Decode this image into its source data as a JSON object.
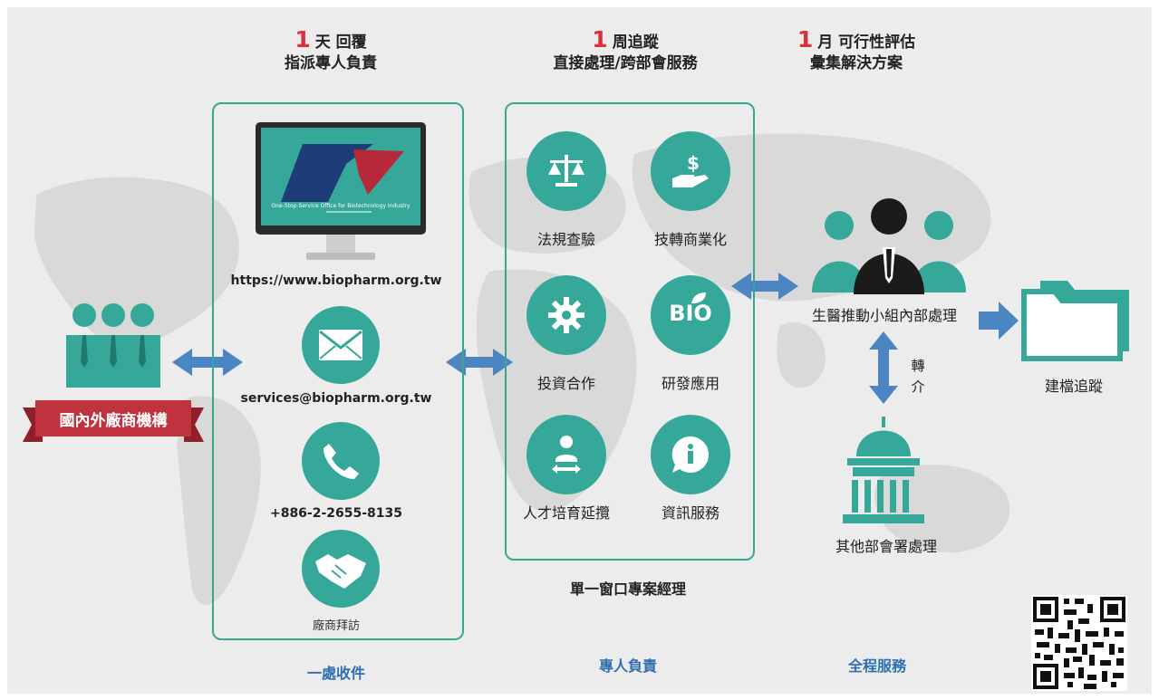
{
  "headers": [
    {
      "num": "1",
      "unit": "天 回覆",
      "sub": "指派專人負責"
    },
    {
      "num": "1",
      "unit": "周追蹤",
      "sub": "直接處理/跨部會服務"
    },
    {
      "num": "1",
      "unit": "月 可行性評估",
      "sub": "彙集解決方案"
    }
  ],
  "left": {
    "banner": "國內外廠商機構"
  },
  "intake": {
    "monitor_caption": "One-Stop-Service Office for Biotechnology Industry",
    "website": "https://www.biopharm.org.tw",
    "email": "services@biopharm.org.tw",
    "phone": "+886-2-2655-8135",
    "visit": "廠商拜訪",
    "footer": "一處收件"
  },
  "services": {
    "items": [
      {
        "label": "法規查驗",
        "icon": "scale-icon"
      },
      {
        "label": "技轉商業化",
        "icon": "dollar-hand-icon"
      },
      {
        "label": "投資合作",
        "icon": "gear-icon"
      },
      {
        "label": "研發應用",
        "icon": "bio-leaf-icon"
      },
      {
        "label": "人才培育延攬",
        "icon": "person-arrows-icon"
      },
      {
        "label": "資訊服務",
        "icon": "info-icon"
      }
    ],
    "bio_text": "BIO",
    "manager": "單一窗口專案經理",
    "footer": "專人負責"
  },
  "right": {
    "team": "生醫推動小組內部處理",
    "referral": "轉介",
    "referral_chars": [
      "轉",
      "介"
    ],
    "agencies": "其他部會署處理",
    "archive": "建檔追蹤",
    "footer": "全程服務"
  },
  "colors": {
    "teal": "#36a89a",
    "panel_border": "#36a892",
    "arrow": "#4b86c2",
    "banner": "#c0323d",
    "accent_red": "#d7333e",
    "footer_blue": "#2f6fb0"
  }
}
